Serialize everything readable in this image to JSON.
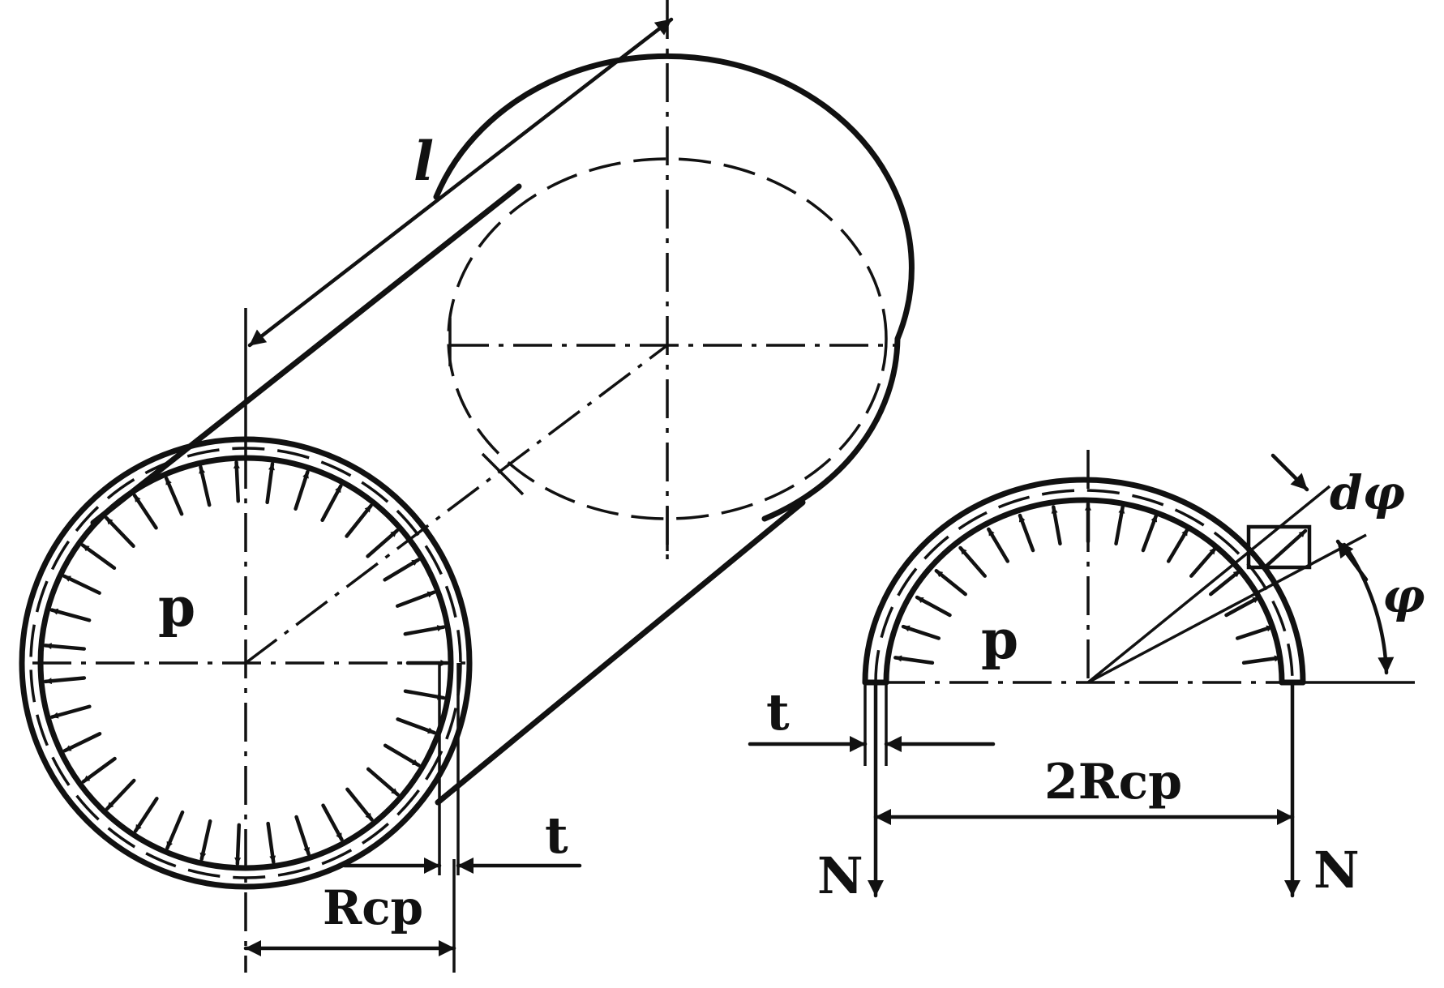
{
  "labels": {
    "length": "l",
    "pressure_left": "p",
    "pressure_right": "p",
    "thickness_left": "t",
    "thickness_right": "t",
    "radius": "Rcp",
    "diameter": "2Rcp",
    "force_left": "N",
    "force_right": "N",
    "dphi": "dφ",
    "phi": "φ"
  },
  "colors": {
    "line": "#111111",
    "background": "#ffffff"
  }
}
